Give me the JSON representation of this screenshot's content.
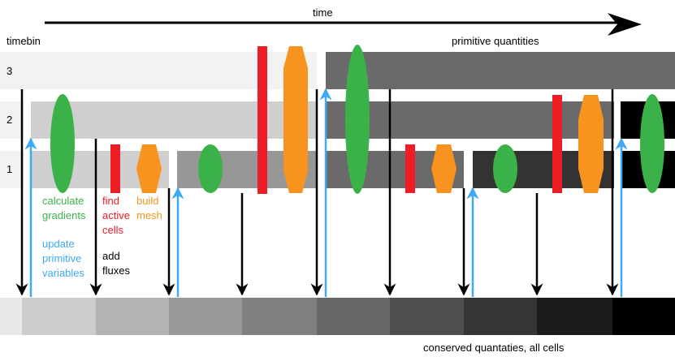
{
  "header": {
    "time_label": "time",
    "timebin_label": "timebin",
    "primitive_label": "primitive quantities",
    "conserved_label": "conserved quantaties, all cells"
  },
  "timebins": {
    "bin3": "3",
    "bin2": "2",
    "bin1": "1"
  },
  "legend": {
    "calculate": [
      "calculate",
      "gradients"
    ],
    "find": [
      "find",
      "active",
      "cells"
    ],
    "build": [
      "build",
      "mesh"
    ],
    "update": [
      "update",
      "primitive",
      "variables"
    ],
    "add": [
      "add",
      "fluxes"
    ]
  },
  "colors": {
    "gradient_green": "#3bb14a",
    "find_red": "#ee1c25",
    "mesh_orange": "#f7931e",
    "update_blue": "#3fa9f5",
    "flux_black": "#000000"
  }
}
